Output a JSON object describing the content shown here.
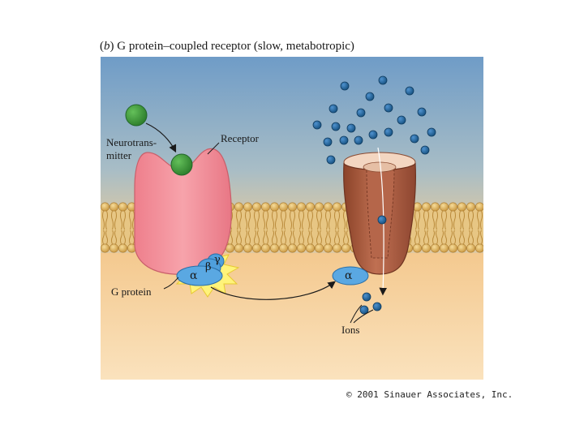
{
  "caption": {
    "part_letter": "b",
    "text": "G protein–coupled receptor (slow, metabotropic)"
  },
  "labels": {
    "neurotransmitter_line1": "Neurotrans-",
    "neurotransmitter_line2": "mitter",
    "receptor": "Receptor",
    "g_protein": "G protein",
    "ions": "Ions",
    "alpha": "α",
    "beta": "β",
    "gamma": "γ",
    "alpha_channel": "α"
  },
  "copyright": "© 2001 Sinauer Associates, Inc.",
  "colors": {
    "extracellular_top": "#6f9cc7",
    "extracellular_bottom": "#dcc9a4",
    "intracellular": "#f6d39b",
    "membrane_head": "#e0b55a",
    "receptor": "#f08c96",
    "neurotransmitter": "#3f9a3c",
    "g_protein": "#4f9fdc",
    "channel": "#a2573a",
    "ion": "#1f5f9a",
    "activation_burst": "#fff37a"
  }
}
